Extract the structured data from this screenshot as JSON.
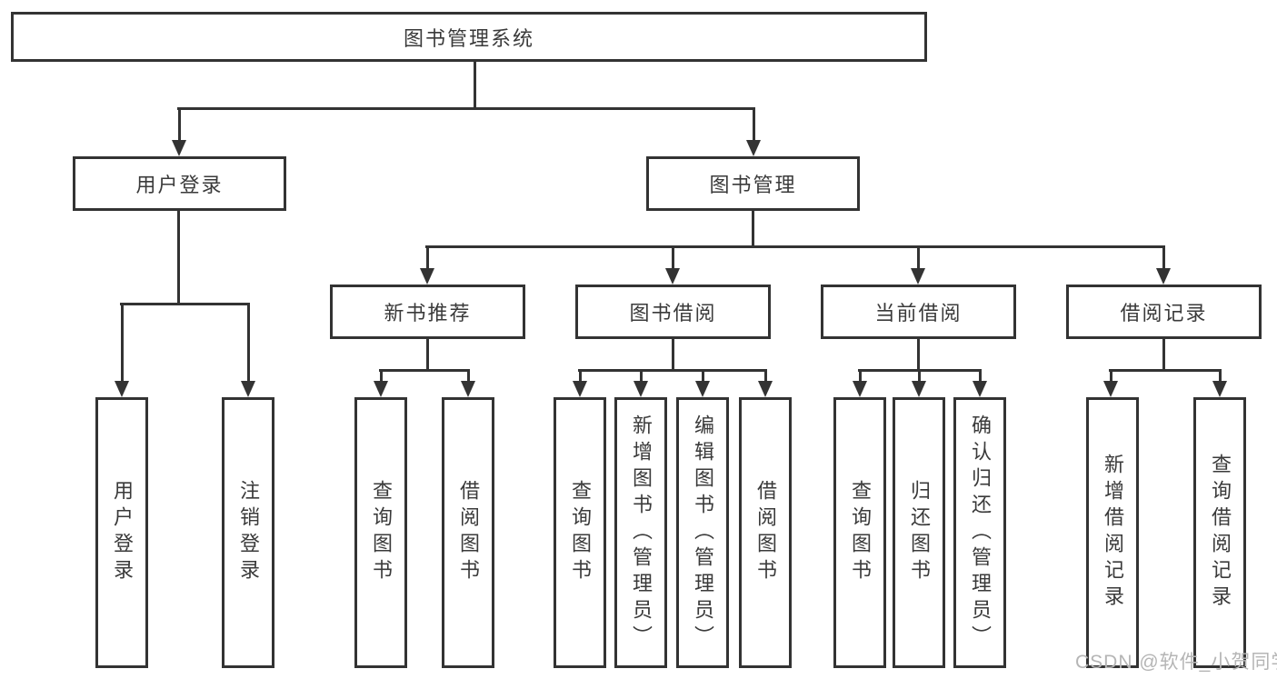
{
  "diagram": {
    "title": "图书管理系统",
    "root": {
      "label": "图书管理系统"
    },
    "branches": [
      {
        "label": "用户登录",
        "children": [
          {
            "label": "用户登录"
          },
          {
            "label": "注销登录"
          }
        ]
      },
      {
        "label": "图书管理",
        "children": [
          {
            "label": "新书推荐",
            "children": [
              {
                "label": "查询图书"
              },
              {
                "label": "借阅图书"
              }
            ]
          },
          {
            "label": "图书借阅",
            "children": [
              {
                "label": "查询图书"
              },
              {
                "label": "新增图书（管理员）"
              },
              {
                "label": "编辑图书（管理员）"
              },
              {
                "label": "借阅图书"
              }
            ]
          },
          {
            "label": "当前借阅",
            "children": [
              {
                "label": "查询图书"
              },
              {
                "label": "归还图书"
              },
              {
                "label": "确认归还（管理员）"
              }
            ]
          },
          {
            "label": "借阅记录",
            "children": [
              {
                "label": "新增借阅记录"
              },
              {
                "label": "查询借阅记录"
              }
            ]
          }
        ]
      }
    ]
  },
  "watermark": {
    "text": "CSDN @软件_小贺同学",
    "color": "#b5b5b5"
  },
  "colors": {
    "line": "#333333",
    "text": "#3a3a3a",
    "background": "#ffffff"
  }
}
